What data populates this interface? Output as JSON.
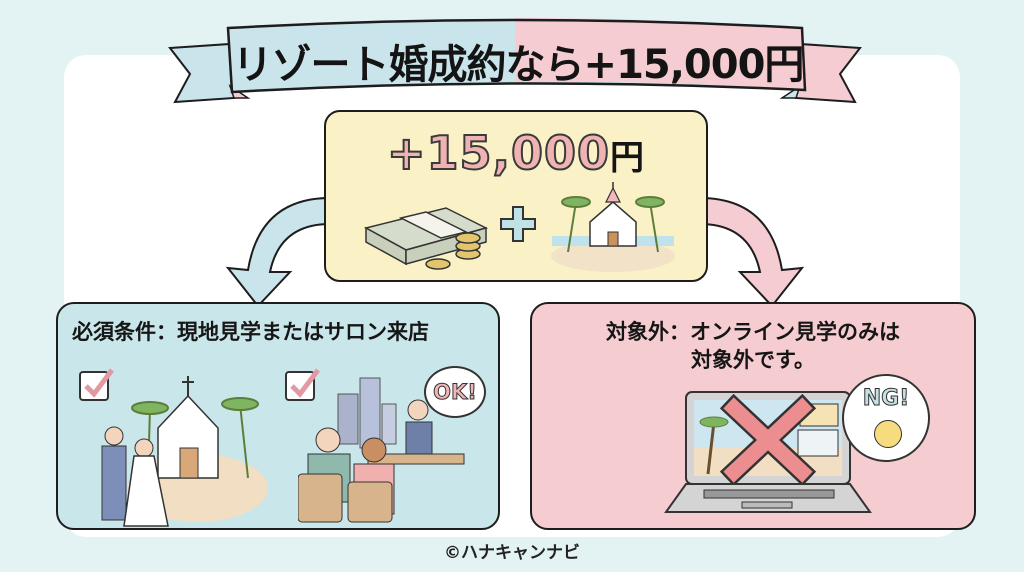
{
  "banner": {
    "title": "リゾート婚成約なら+15,000円",
    "left_color": "#c9e4ea",
    "right_color": "#f5ccd1"
  },
  "bonus": {
    "amount": "+15,000",
    "currency": "円",
    "plus_sign": "+",
    "icons": [
      "money-stack-icon",
      "coins-icon",
      "plus-icon",
      "beach-chapel-icon"
    ],
    "bg_color": "#fbf1c6"
  },
  "required": {
    "title": "必須条件：現地見学またはサロン来店",
    "items": [
      {
        "icon": "checkbox-checked-icon",
        "scene": "couple-visiting-chapel"
      },
      {
        "icon": "checkbox-checked-icon",
        "scene": "salon-consultation"
      }
    ],
    "speech_bubble": "OK!",
    "bg_color": "#c9e6ea"
  },
  "excluded": {
    "title_line1": "対象外：オンライン見学のみは",
    "title_line2": "対象外です。",
    "scene": "laptop-online-tour-crossed",
    "speech_bubble": "NG!",
    "bg_color": "#f5cdd1"
  },
  "footer": {
    "copyright": "©ハナキャンナビ"
  }
}
